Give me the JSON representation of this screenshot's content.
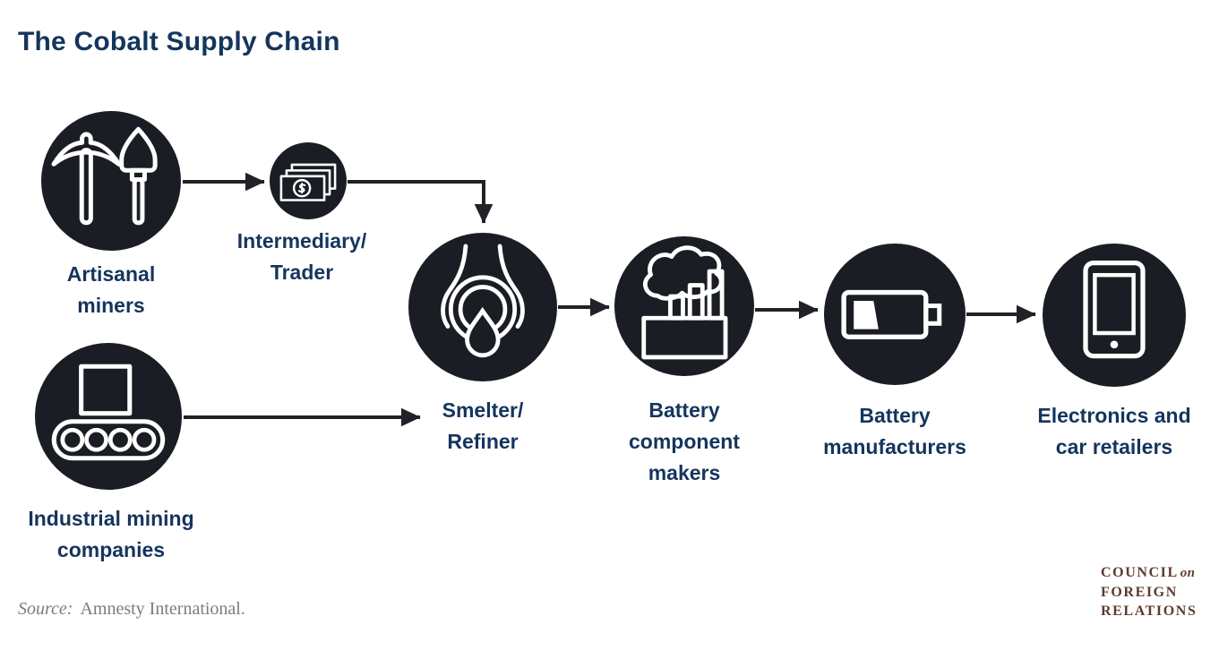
{
  "title": "The Cobalt Supply Chain",
  "colors": {
    "circle_fill": "#1a1d24",
    "label_navy": "#14355d",
    "arrow": "#202227",
    "source_gray": "#7b7c7e",
    "logo_brown": "#5d3b2e"
  },
  "nodes": [
    {
      "id": "artisanal-miners",
      "label": "Artisanal\nminers",
      "icon": "pickaxe-shovel-icon"
    },
    {
      "id": "intermediary-trader",
      "label": "Intermediary/\nTrader",
      "icon": "banknotes-icon"
    },
    {
      "id": "industrial-mining",
      "label": "Industrial mining\ncompanies",
      "icon": "conveyor-belt-icon"
    },
    {
      "id": "smelter-refiner",
      "label": "Smelter/\nRefiner",
      "icon": "smelting-tongs-icon"
    },
    {
      "id": "battery-component-makers",
      "label": "Battery\ncomponent\nmakers",
      "icon": "factory-icon"
    },
    {
      "id": "battery-manufacturers",
      "label": "Battery\nmanufacturers",
      "icon": "battery-icon"
    },
    {
      "id": "electronics-car-retailers",
      "label": "Electronics and\ncar retailers",
      "icon": "tablet-icon"
    }
  ],
  "connections": [
    {
      "from": "artisanal-miners",
      "to": "intermediary-trader"
    },
    {
      "from": "intermediary-trader",
      "to": "smelter-refiner"
    },
    {
      "from": "industrial-mining",
      "to": "smelter-refiner"
    },
    {
      "from": "smelter-refiner",
      "to": "battery-component-makers"
    },
    {
      "from": "battery-component-makers",
      "to": "battery-manufacturers"
    },
    {
      "from": "battery-manufacturers",
      "to": "electronics-car-retailers"
    }
  ],
  "source": {
    "label": "Source:",
    "text": "Amnesty International."
  },
  "logo": {
    "line1": "COUNCIL",
    "line1_italic": "on",
    "line2": "FOREIGN",
    "line3": "RELATIONS"
  }
}
